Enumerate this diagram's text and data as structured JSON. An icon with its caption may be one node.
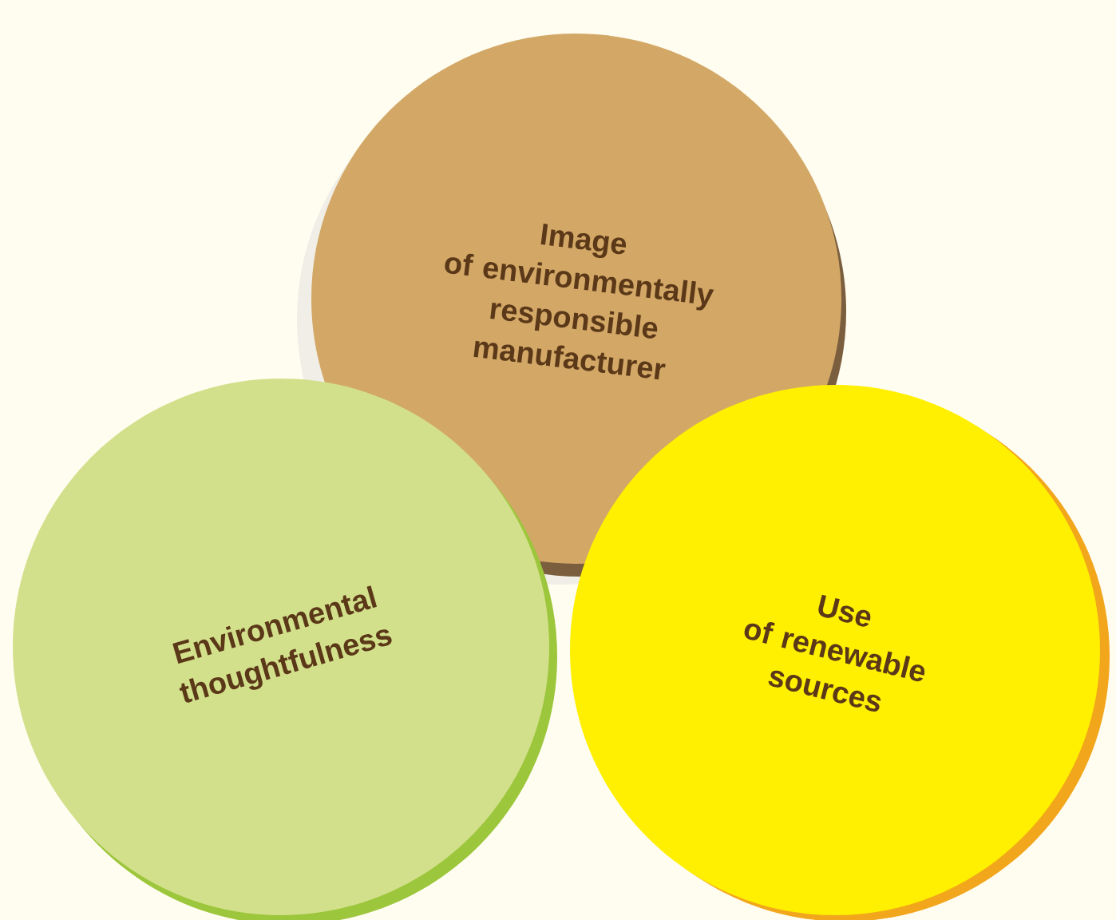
{
  "diagram": {
    "nodes": [
      {
        "text": [
          "Image of environmentally responsible manufacturer"
        ]
      },
      {
        "text": [
          "Environmental thoughtfulness"
        ]
      },
      {
        "text": [
          "Use of renewable sources"
        ]
      }
    ]
  }
}
